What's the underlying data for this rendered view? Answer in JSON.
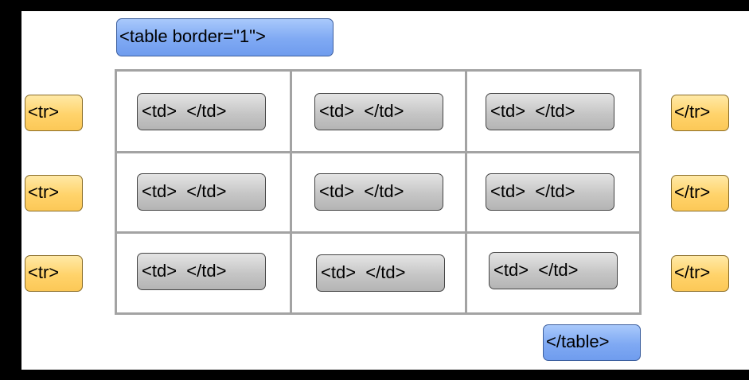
{
  "table_open": "<table border=\"1\">",
  "table_close": "</table>",
  "rows": [
    {
      "open": "<tr>",
      "close": "</tr>",
      "cells": [
        "<td>  </td>",
        "<td>  </td>",
        "<td>  </td>"
      ]
    },
    {
      "open": "<tr>",
      "close": "</tr>",
      "cells": [
        "<td>  </td>",
        "<td>  </td>",
        "<td>  </td>"
      ]
    },
    {
      "open": "<tr>",
      "close": "</tr>",
      "cells": [
        "<td>  </td>",
        "<td>  </td>",
        "<td>  </td>"
      ]
    }
  ],
  "colors": {
    "table_tag": "#7fa9f3",
    "row_tag": "#ffd36a",
    "cell_tag": "#c6c6c6",
    "grid_border": "#a3a3a3"
  }
}
